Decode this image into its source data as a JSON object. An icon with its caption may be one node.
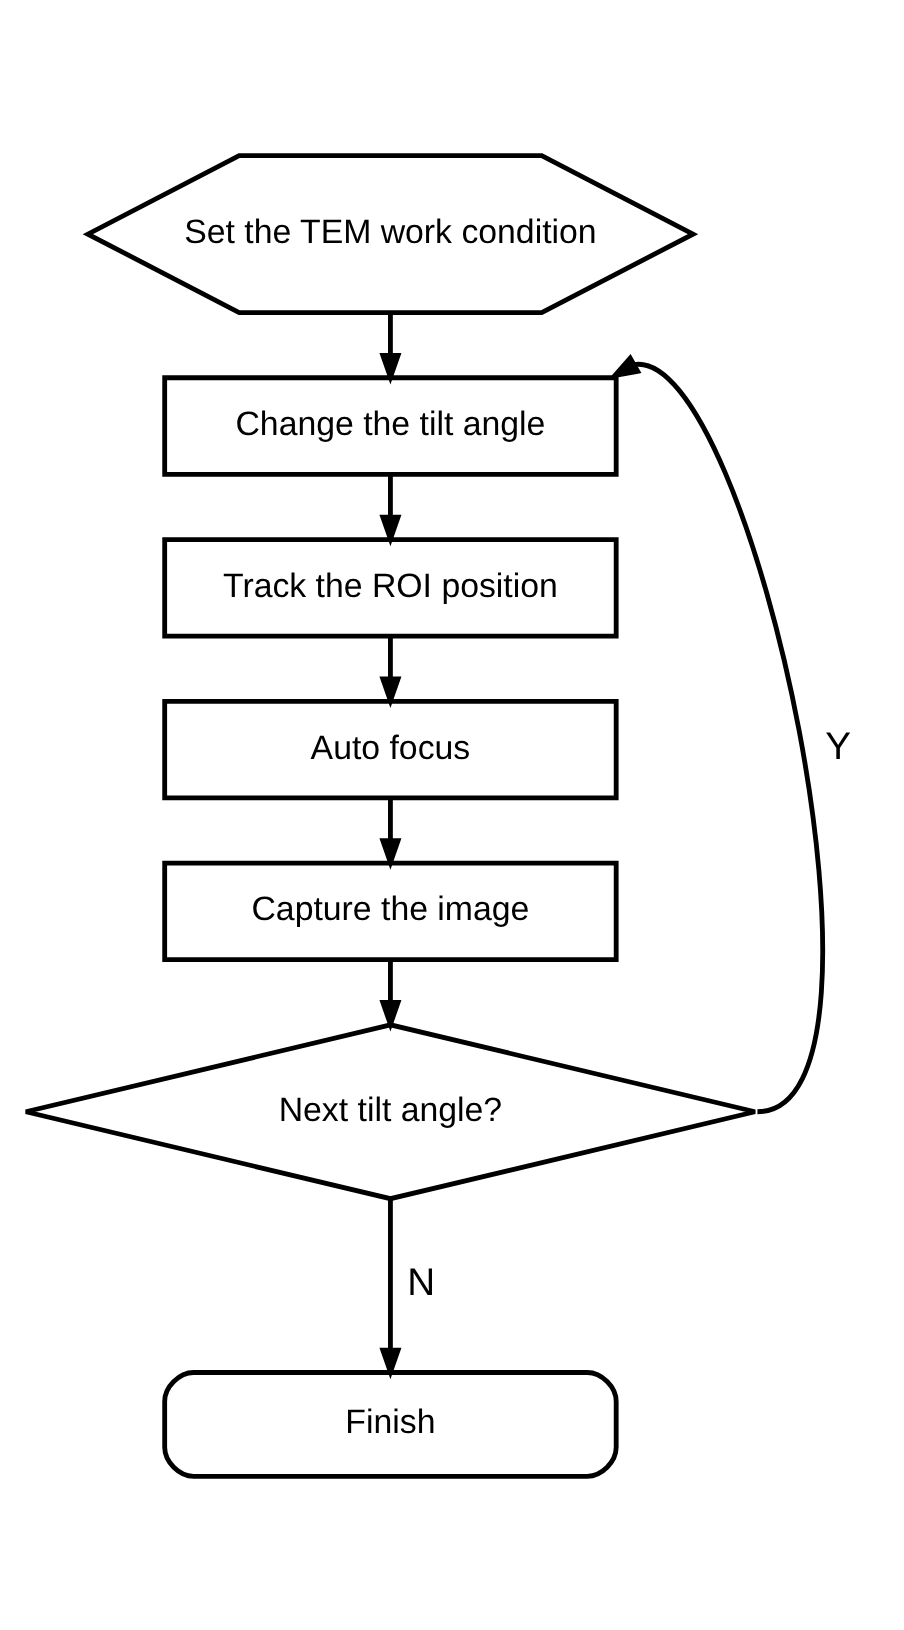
{
  "diagram": {
    "nodes": [
      {
        "text": [
          "Set the TEM work condition"
        ]
      },
      {
        "text": [
          "Change the tilt angle"
        ]
      },
      {
        "text": [
          "Track the ROI position"
        ]
      },
      {
        "text": [
          "Auto focus"
        ]
      },
      {
        "text": [
          "Capture the image"
        ]
      },
      {
        "text": [
          "Next tilt angle?"
        ]
      },
      {
        "text": [
          "Finish"
        ]
      }
    ],
    "edges": [
      {
        "from": 0,
        "to": 1,
        "arrow": "to"
      },
      {
        "from": 1,
        "to": 2,
        "arrow": "to"
      },
      {
        "from": 2,
        "to": 3,
        "arrow": "to"
      },
      {
        "from": 3,
        "to": 4,
        "arrow": "to"
      },
      {
        "from": 4,
        "to": 5,
        "arrow": "to"
      },
      {
        "from": 5,
        "to": 1,
        "arrow": "to",
        "label": "Y"
      },
      {
        "from": 5,
        "to": 6,
        "arrow": "to",
        "label": "N"
      }
    ]
  }
}
